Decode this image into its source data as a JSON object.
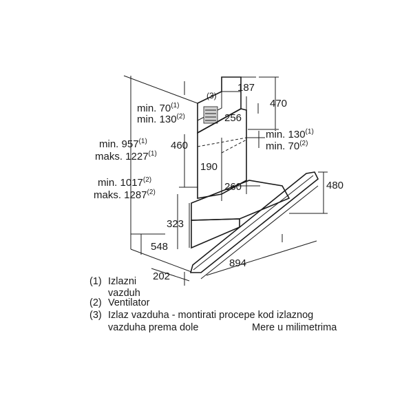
{
  "dimensions": {
    "d187": "187",
    "d470": "470",
    "d256": "256",
    "d3": "(3)",
    "min70_a": "min. 70",
    "min70_a_sup": "(1)",
    "min130_a": "min. 130",
    "min130_a_sup": "(2)",
    "min957": "min. 957",
    "min957_sup": "(1)",
    "maks1227": "maks. 1227",
    "maks1227_sup": "(1)",
    "d460": "460",
    "d190": "190",
    "min130_b": "min. 130",
    "min130_b_sup": "(1)",
    "min70_b": "min. 70",
    "min70_b_sup": "(2)",
    "min1017": "min. 1017",
    "min1017_sup": "(2)",
    "maks1287": "maks. 1287",
    "maks1287_sup": "(2)",
    "d260": "260",
    "d480": "480",
    "d323": "323",
    "d548": "548",
    "d894": "894",
    "d202": "202"
  },
  "legend": [
    {
      "num": "(1)",
      "line1": "Izlazni",
      "line2": "vazduh"
    },
    {
      "num": "(2)",
      "line1": "Ventilator",
      "line2": ""
    },
    {
      "num": "(3)",
      "line1": "Izlaz vazduha - montirati procepe kod izlaznog",
      "line2": "vazduha prema dole"
    }
  ],
  "units_note": "Mere u milimetrima"
}
